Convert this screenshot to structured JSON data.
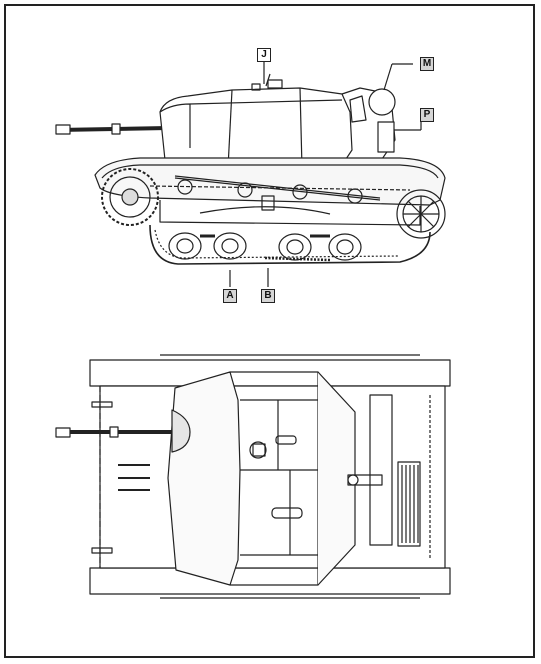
{
  "callouts": {
    "j": "J",
    "m": "M",
    "p": "P",
    "a": "A",
    "b": "B"
  },
  "colors": {
    "line": "#222222",
    "fill_light": "#f2f2f2",
    "fill_mid": "#dcdcdc"
  }
}
